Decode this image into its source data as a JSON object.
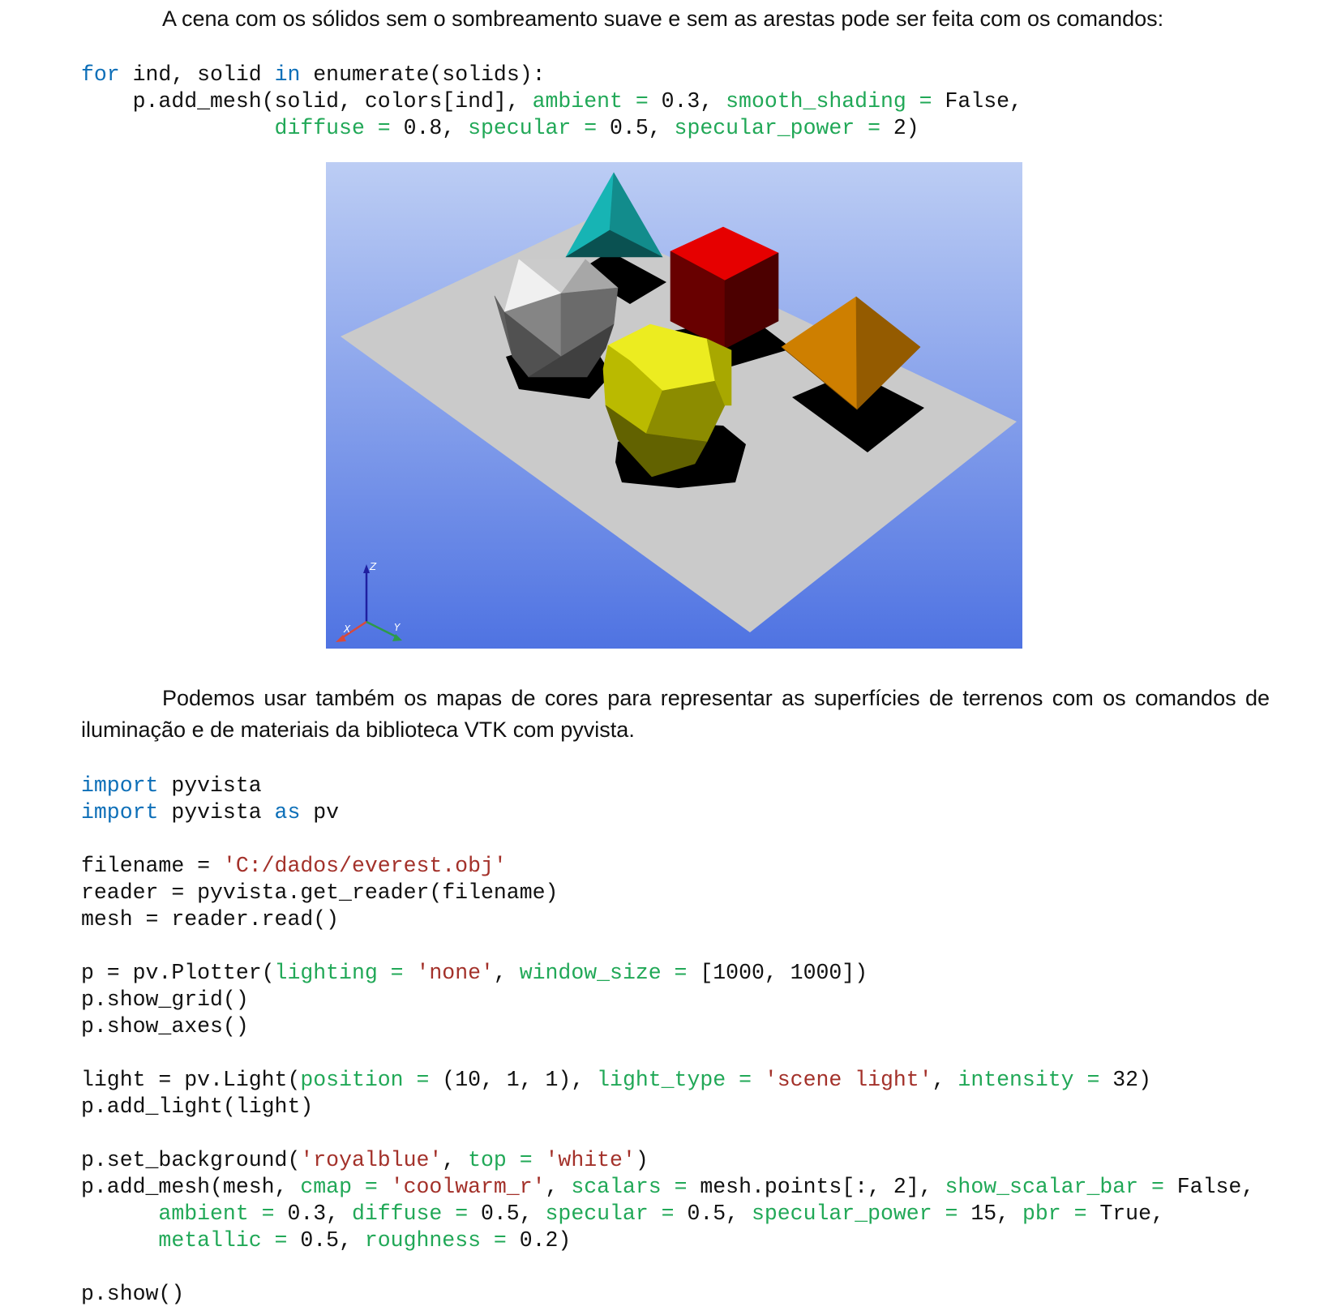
{
  "paragraph1": "A cena com os sólidos sem o sombreamento suave e sem as arestas pode ser feita com os comandos:",
  "code1": [
    [
      [
        "kw",
        "for"
      ],
      [
        "t",
        " ind, solid "
      ],
      [
        "kw",
        "in"
      ],
      [
        "t",
        " enumerate(solids):"
      ]
    ],
    [
      [
        "t",
        "    p.add_mesh(solid, colors[ind], "
      ],
      [
        "pa",
        "ambient = "
      ],
      [
        "t",
        "0.3, "
      ],
      [
        "pa",
        "smooth_shading = "
      ],
      [
        "t",
        "False,"
      ]
    ],
    [
      [
        "t",
        "               "
      ],
      [
        "pa",
        "diffuse = "
      ],
      [
        "t",
        "0.8, "
      ],
      [
        "pa",
        "specular = "
      ],
      [
        "t",
        "0.5, "
      ],
      [
        "pa",
        "specular_power = "
      ],
      [
        "t",
        "2)"
      ]
    ]
  ],
  "figure": {
    "background_top": "#bccdf4",
    "background_bottom": "#4f73e2",
    "plane_color": "#cacaca",
    "solid_colors": {
      "tetrahedron": "#17b4b4",
      "cube": "#e60000",
      "icosahedron": "#d6d6d6",
      "dodecahedron": "#e9e900",
      "octahedron": "#e08a00"
    },
    "axes_labels": {
      "x": "X",
      "y": "Y",
      "z": "Z"
    },
    "axes_colors": {
      "x": "#d9493a",
      "y": "#2d9a4a",
      "z": "#1f1fa0"
    }
  },
  "paragraph2": "Podemos usar também os mapas de cores para representar as superfícies de terrenos com os comandos de iluminação e de materiais da biblioteca VTK com pyvista.",
  "code2": [
    [
      [
        "kw",
        "import"
      ],
      [
        "t",
        " pyvista"
      ]
    ],
    [
      [
        "kw",
        "import"
      ],
      [
        "t",
        " pyvista "
      ],
      [
        "kw",
        "as"
      ],
      [
        "t",
        " pv"
      ]
    ],
    [],
    [
      [
        "t",
        "filename = "
      ],
      [
        "st",
        "'C:/dados/everest.obj'"
      ]
    ],
    [
      [
        "t",
        "reader = pyvista.get_reader(filename)"
      ]
    ],
    [
      [
        "t",
        "mesh = reader.read()"
      ]
    ],
    [],
    [
      [
        "t",
        "p = pv.Plotter("
      ],
      [
        "pa",
        "lighting = "
      ],
      [
        "st",
        "'none'"
      ],
      [
        "t",
        ", "
      ],
      [
        "pa",
        "window_size = "
      ],
      [
        "t",
        "[1000, 1000])"
      ]
    ],
    [
      [
        "t",
        "p.show_grid()"
      ]
    ],
    [
      [
        "t",
        "p.show_axes()"
      ]
    ],
    [],
    [
      [
        "t",
        "light = pv.Light("
      ],
      [
        "pa",
        "position = "
      ],
      [
        "t",
        "(10, 1, 1), "
      ],
      [
        "pa",
        "light_type = "
      ],
      [
        "st",
        "'scene light'"
      ],
      [
        "t",
        ", "
      ],
      [
        "pa",
        "intensity = "
      ],
      [
        "t",
        "32)"
      ]
    ],
    [
      [
        "t",
        "p.add_light(light)"
      ]
    ],
    [],
    [
      [
        "t",
        "p.set_background("
      ],
      [
        "st",
        "'royalblue'"
      ],
      [
        "t",
        ", "
      ],
      [
        "pa",
        "top = "
      ],
      [
        "st",
        "'white'"
      ],
      [
        "t",
        ")"
      ]
    ],
    [
      [
        "t",
        "p.add_mesh(mesh, "
      ],
      [
        "pa",
        "cmap = "
      ],
      [
        "st",
        "'coolwarm_r'"
      ],
      [
        "t",
        ", "
      ],
      [
        "pa",
        "scalars = "
      ],
      [
        "t",
        "mesh.points[:, 2], "
      ],
      [
        "pa",
        "show_scalar_bar = "
      ],
      [
        "t",
        "False,"
      ]
    ],
    [
      [
        "t",
        "      "
      ],
      [
        "pa",
        "ambient = "
      ],
      [
        "t",
        "0.3, "
      ],
      [
        "pa",
        "diffuse = "
      ],
      [
        "t",
        "0.5, "
      ],
      [
        "pa",
        "specular = "
      ],
      [
        "t",
        "0.5, "
      ],
      [
        "pa",
        "specular_power = "
      ],
      [
        "t",
        "15, "
      ],
      [
        "pa",
        "pbr = "
      ],
      [
        "t",
        "True,"
      ]
    ],
    [
      [
        "t",
        "      "
      ],
      [
        "pa",
        "metallic = "
      ],
      [
        "t",
        "0.5, "
      ],
      [
        "pa",
        "roughness = "
      ],
      [
        "t",
        "0.2)"
      ]
    ],
    [],
    [
      [
        "t",
        "p.show()"
      ]
    ]
  ]
}
